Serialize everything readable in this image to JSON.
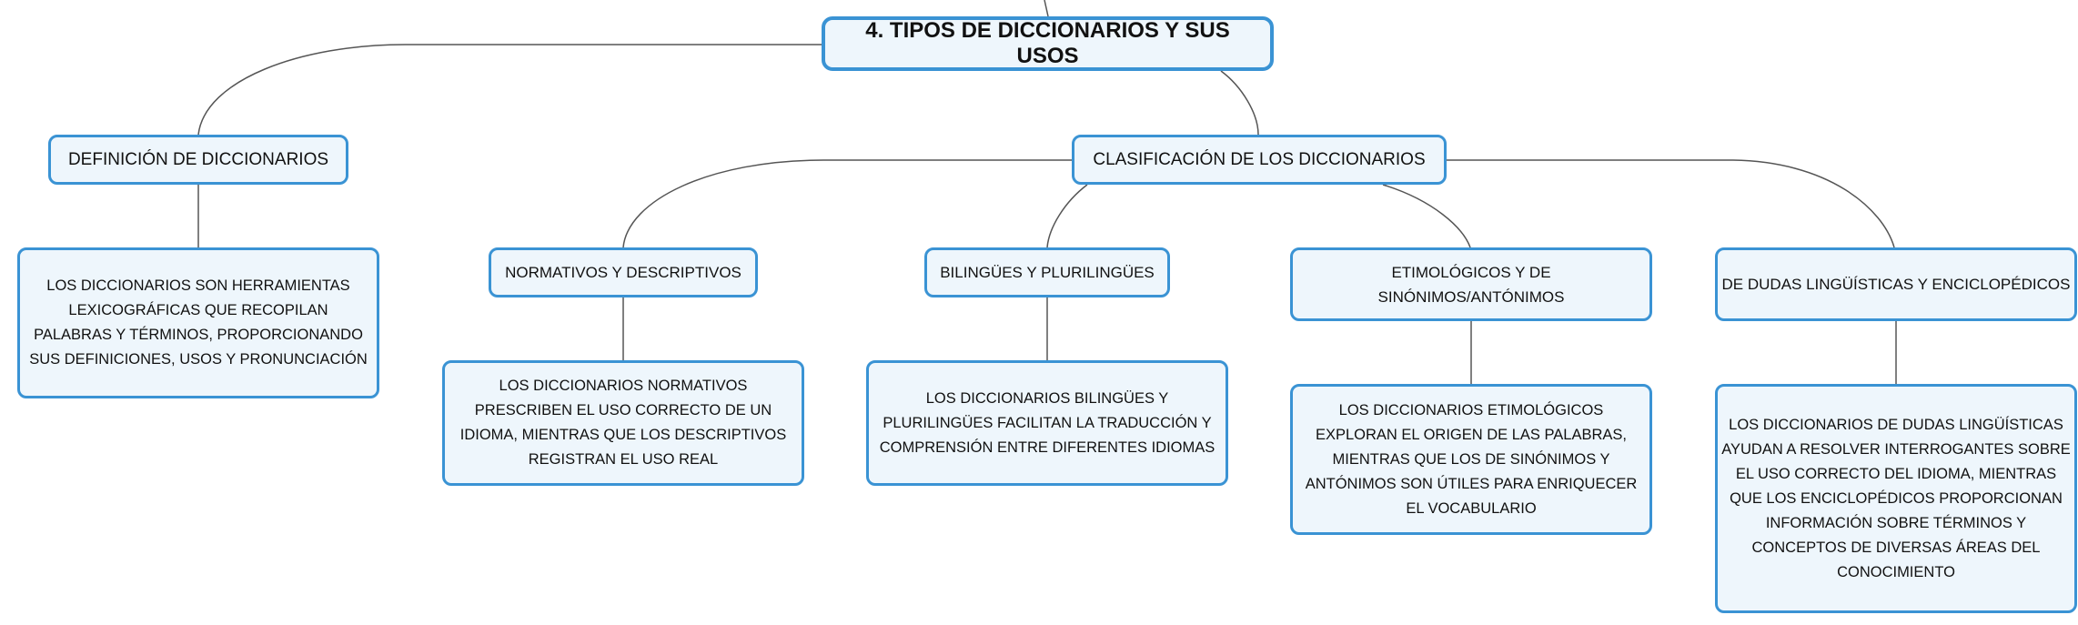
{
  "colors": {
    "border": "#3a93d4",
    "fill": "#eef6fc",
    "line": "#555555"
  },
  "root": {
    "title": "4. TIPOS DE DICCIONARIOS Y SUS USOS"
  },
  "definicion": {
    "title": "DEFINICIÓN DE DICCIONARIOS",
    "text": "LOS DICCIONARIOS SON HERRAMIENTAS LEXICOGRÁFICAS QUE RECOPILAN PALABRAS Y TÉRMINOS, PROPORCIONANDO SUS DEFINICIONES, USOS Y PRONUNCIACIÓN"
  },
  "clasificacion": {
    "title": "CLASIFICACIÓN DE LOS DICCIONARIOS",
    "items": [
      {
        "title": "NORMATIVOS Y DESCRIPTIVOS",
        "text": "LOS DICCIONARIOS NORMATIVOS PRESCRIBEN EL USO CORRECTO DE UN IDIOMA, MIENTRAS QUE LOS DESCRIPTIVOS REGISTRAN EL USO REAL"
      },
      {
        "title": "BILINGÜES Y PLURILINGÜES",
        "text": "LOS DICCIONARIOS BILINGÜES Y PLURILINGÜES FACILITAN LA TRADUCCIÓN Y COMPRENSIÓN ENTRE DIFERENTES IDIOMAS"
      },
      {
        "title": "ETIMOLÓGICOS Y DE SINÓNIMOS/ANTÓNIMOS",
        "text": "LOS DICCIONARIOS ETIMOLÓGICOS EXPLORAN EL ORIGEN DE LAS PALABRAS, MIENTRAS QUE LOS DE SINÓNIMOS Y ANTÓNIMOS SON ÚTILES PARA ENRIQUECER EL VOCABULARIO"
      },
      {
        "title": "DE DUDAS LINGÜÍSTICAS Y ENCICLOPÉDICOS",
        "text": "LOS DICCIONARIOS DE DUDAS LINGÜÍSTICAS AYUDAN A RESOLVER INTERROGANTES SOBRE EL USO CORRECTO DEL IDIOMA, MIENTRAS QUE LOS ENCICLOPÉDICOS PROPORCIONAN INFORMACIÓN SOBRE TÉRMINOS Y CONCEPTOS DE DIVERSAS ÁREAS DEL CONOCIMIENTO"
      }
    ]
  }
}
